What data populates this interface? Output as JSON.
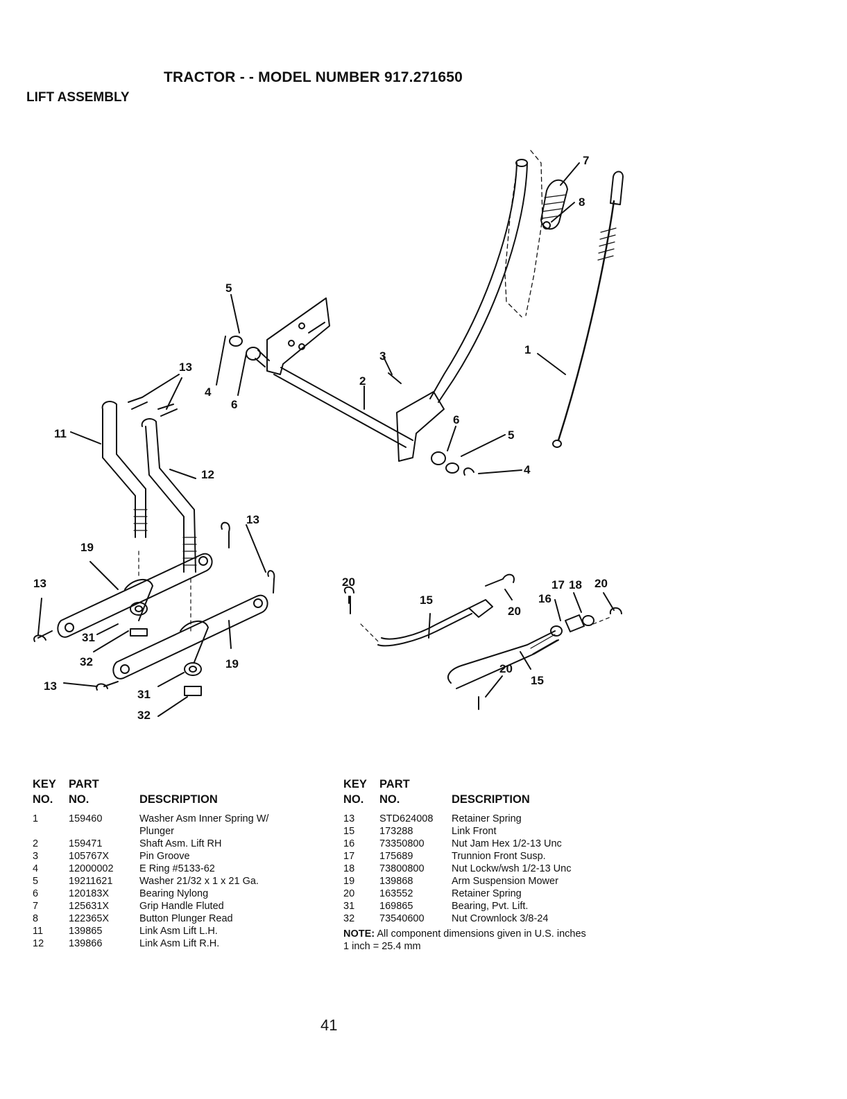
{
  "header": {
    "title": "TRACTOR - - MODEL NUMBER 917.271650",
    "section": "LIFT ASSEMBLY"
  },
  "diagram_labels": [
    "5",
    "13",
    "4",
    "6",
    "11",
    "12",
    "3",
    "2",
    "6",
    "5",
    "4",
    "7",
    "8",
    "1",
    "13",
    "19",
    "13",
    "31",
    "32",
    "13",
    "31",
    "32",
    "19",
    "20",
    "15",
    "20",
    "17",
    "18",
    "20",
    "16",
    "20",
    "15"
  ],
  "parts_table": {
    "headers": {
      "key_line1": "KEY",
      "key_line2": "NO.",
      "part_line1": "PART",
      "part_line2": "NO.",
      "description": "DESCRIPTION"
    },
    "left": [
      {
        "key": "1",
        "part": "159460",
        "desc": "Washer Asm Inner Spring W/ Plunger"
      },
      {
        "key": "2",
        "part": "159471",
        "desc": "Shaft Asm. Lift RH"
      },
      {
        "key": "3",
        "part": "105767X",
        "desc": "Pin Groove"
      },
      {
        "key": "4",
        "part": "12000002",
        "desc": "E Ring #5133-62"
      },
      {
        "key": "5",
        "part": "19211621",
        "desc": "Washer 21/32 x 1 x 21 Ga."
      },
      {
        "key": "6",
        "part": "120183X",
        "desc": "Bearing Nylong"
      },
      {
        "key": "7",
        "part": "125631X",
        "desc": "Grip Handle Fluted"
      },
      {
        "key": "8",
        "part": "122365X",
        "desc": "Button Plunger Read"
      },
      {
        "key": "11",
        "part": "139865",
        "desc": "Link Asm Lift L.H."
      },
      {
        "key": "12",
        "part": "139866",
        "desc": "Link Asm Lift R.H."
      }
    ],
    "right": [
      {
        "key": "13",
        "part": "STD624008",
        "desc": "Retainer Spring"
      },
      {
        "key": "15",
        "part": "173288",
        "desc": "Link Front"
      },
      {
        "key": "16",
        "part": "73350800",
        "desc": "Nut Jam Hex 1/2-13 Unc"
      },
      {
        "key": "17",
        "part": "175689",
        "desc": "Trunnion Front Susp."
      },
      {
        "key": "18",
        "part": "73800800",
        "desc": "Nut Lockw/wsh 1/2-13 Unc"
      },
      {
        "key": "19",
        "part": "139868",
        "desc": "Arm Suspension Mower"
      },
      {
        "key": "20",
        "part": "163552",
        "desc": "Retainer Spring"
      },
      {
        "key": "31",
        "part": "169865",
        "desc": "Bearing, Pvt. Lift."
      },
      {
        "key": "32",
        "part": "73540600",
        "desc": "Nut Crownlock 3/8-24"
      }
    ]
  },
  "note": {
    "label": "NOTE:",
    "text": " All component dimensions given in U.S. inches",
    "line2": "1 inch = 25.4 mm"
  },
  "footer": {
    "page_number": "41"
  }
}
